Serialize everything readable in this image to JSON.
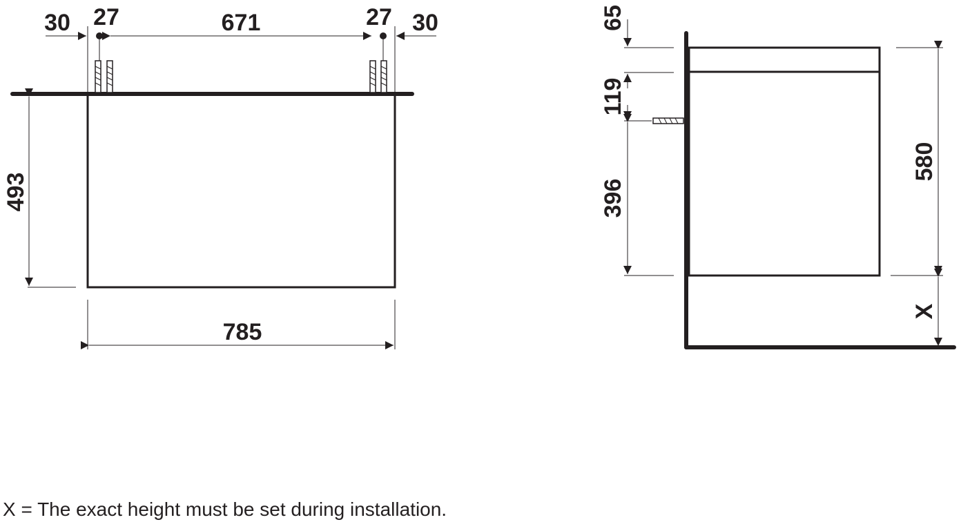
{
  "front_view": {
    "dims": {
      "left_margin": "30",
      "left_hole": "27",
      "hole_spacing": "671",
      "right_hole": "27",
      "right_margin": "30",
      "height": "493",
      "width": "785"
    }
  },
  "side_view": {
    "dims": {
      "top_offset": "65",
      "fixing_offset": "119",
      "lower_height": "396",
      "total_height": "580",
      "floor_gap": "X"
    }
  },
  "note": "X = The exact height must be set during installation."
}
